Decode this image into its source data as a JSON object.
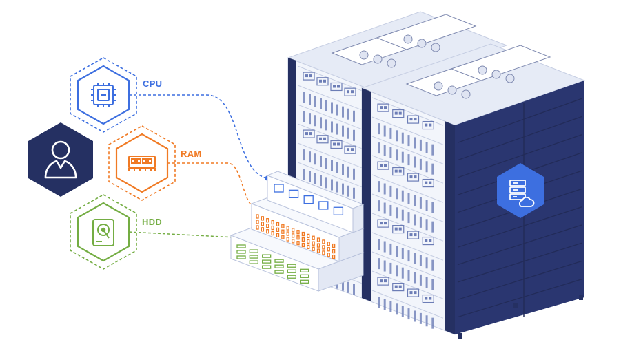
{
  "colors": {
    "cpu": "#3d6fe0",
    "ram": "#f07a24",
    "hdd": "#74ad43",
    "navy": "#253062",
    "rack_face": "#f2f5fb",
    "rack_line": "#c5cde2",
    "grille": "#6c7db6"
  },
  "user": {
    "icon": "user-avatar-icon"
  },
  "components": [
    {
      "key": "cpu",
      "label": "CPU",
      "icon": "cpu-chip-icon"
    },
    {
      "key": "ram",
      "label": "RAM",
      "icon": "ram-module-icon"
    },
    {
      "key": "hdd",
      "label": "HDD",
      "icon": "hard-drive-icon"
    }
  ],
  "server": {
    "icon": "cloud-server-icon"
  }
}
